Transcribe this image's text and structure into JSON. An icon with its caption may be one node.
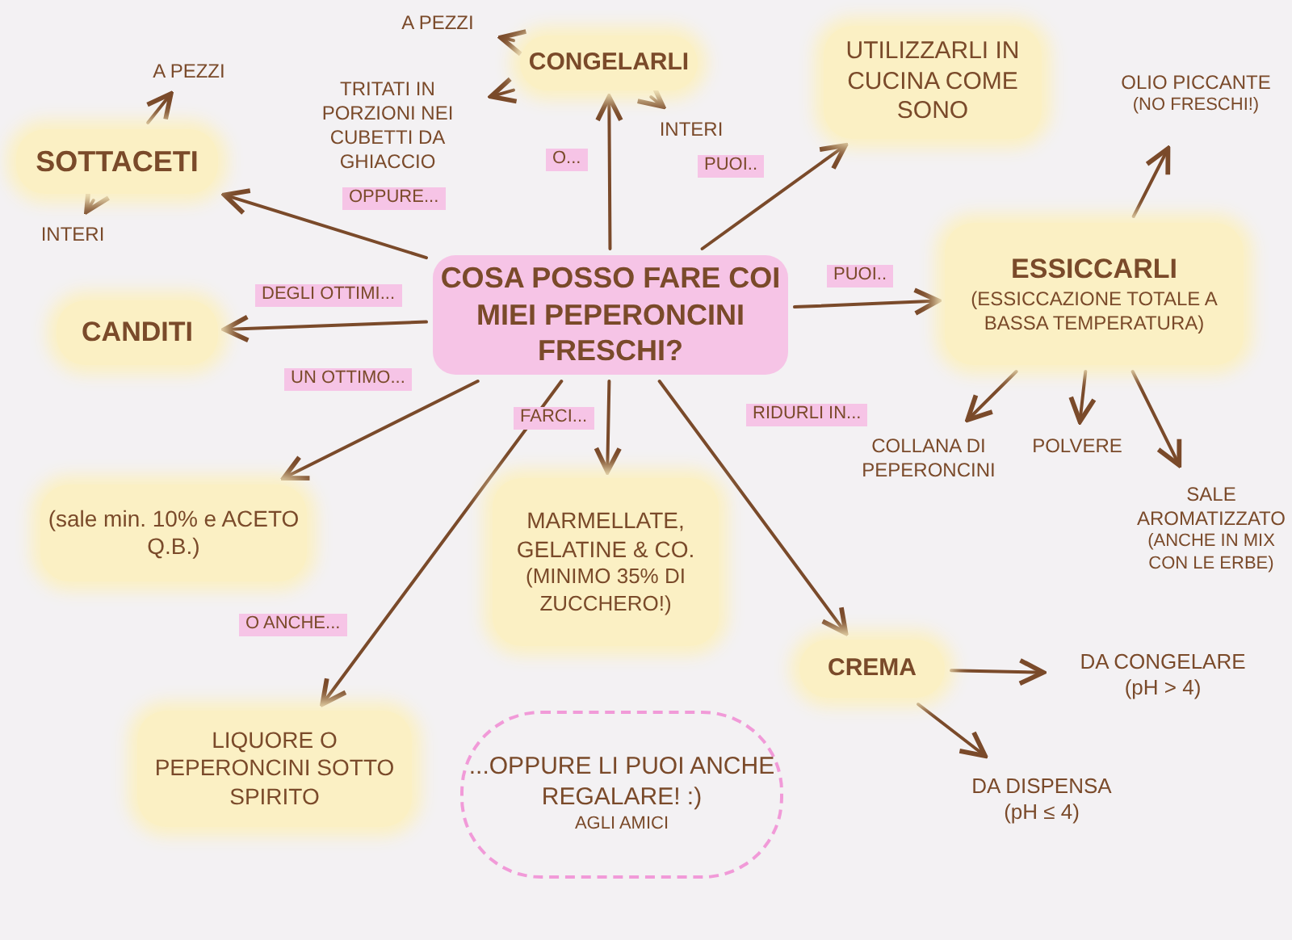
{
  "diagram": {
    "nodes": [
      {
        "text": [
          "COSA POSSO FARE COI MIEI PEPERONCINI FRESCHI?"
        ]
      },
      {
        "text": [
          "CONGELARLI"
        ]
      },
      {
        "text": [
          "A PEZZI"
        ]
      },
      {
        "text": [
          "TRITATI IN PORZIONI NEI CUBETTI DA GHIACCIO"
        ]
      },
      {
        "text": [
          "INTERI"
        ]
      },
      {
        "text": [
          "SOTTACETI"
        ]
      },
      {
        "text": [
          "A PEZZI"
        ]
      },
      {
        "text": [
          "INTERI"
        ]
      },
      {
        "text": [
          "CANDITI"
        ]
      },
      {
        "text": [
          "(sale min. 10% e ACETO Q.B.)"
        ]
      },
      {
        "text": [
          "LIQUORE O PEPERONCINI SOTTO SPIRITO"
        ]
      },
      {
        "text": [
          "MARMELLATE, GELATINE & CO.",
          "(MINIMO 35% DI ZUCCHERO!)"
        ]
      },
      {
        "text": [
          "...OPPURE LI PUOI ANCHE REGALARE! :)",
          "AGLI AMICI"
        ]
      },
      {
        "text": [
          "UTILIZZARLI IN CUCINA COME SONO"
        ]
      },
      {
        "text": [
          "ESSICCARLI",
          "(ESSICCAZIONE TOTALE A BASSA TEMPERATURA)"
        ]
      },
      {
        "text": [
          "OLIO PICCANTE",
          "(NO FRESCHI!)"
        ]
      },
      {
        "text": [
          "COLLANA DI PEPERONCINI"
        ]
      },
      {
        "text": [
          "POLVERE"
        ]
      },
      {
        "text": [
          "SALE AROMATIZZATO",
          "(ANCHE IN MIX CON LE ERBE)"
        ]
      },
      {
        "text": [
          "CREMA"
        ]
      },
      {
        "text": [
          "DA CONGELARE",
          "(pH > 4)"
        ]
      },
      {
        "text": [
          "DA DISPENSA",
          "(pH ≤ 4)"
        ]
      }
    ],
    "edges": [
      {
        "from": 0,
        "to": 1,
        "arrow": "to",
        "label": "O..."
      },
      {
        "from": 1,
        "to": 2,
        "arrow": "to"
      },
      {
        "from": 1,
        "to": 3,
        "arrow": "to"
      },
      {
        "from": 1,
        "to": 4,
        "arrow": "to"
      },
      {
        "from": 0,
        "to": 5,
        "arrow": "to",
        "label": "OPPURE..."
      },
      {
        "from": 5,
        "to": 6,
        "arrow": "to"
      },
      {
        "from": 5,
        "to": 7,
        "arrow": "to"
      },
      {
        "from": 0,
        "to": 8,
        "arrow": "to",
        "label": "DEGLI OTTIMI..."
      },
      {
        "from": 0,
        "to": 9,
        "arrow": "to",
        "label": "UN OTTIMO..."
      },
      {
        "from": 0,
        "to": 10,
        "arrow": "to",
        "label": "O ANCHE..."
      },
      {
        "from": 0,
        "to": 11,
        "arrow": "to",
        "label": "FARCI..."
      },
      {
        "from": 0,
        "to": 19,
        "arrow": "to",
        "label": "RIDURLI IN..."
      },
      {
        "from": 0,
        "to": 13,
        "arrow": "to",
        "label": "PUOI.."
      },
      {
        "from": 0,
        "to": 14,
        "arrow": "to",
        "label": "PUOI.."
      },
      {
        "from": 14,
        "to": 15,
        "arrow": "to"
      },
      {
        "from": 14,
        "to": 16,
        "arrow": "to"
      },
      {
        "from": 14,
        "to": 17,
        "arrow": "to"
      },
      {
        "from": 14,
        "to": 18,
        "arrow": "to"
      },
      {
        "from": 19,
        "to": 20,
        "arrow": "to"
      },
      {
        "from": 19,
        "to": 21,
        "arrow": "to"
      }
    ]
  }
}
